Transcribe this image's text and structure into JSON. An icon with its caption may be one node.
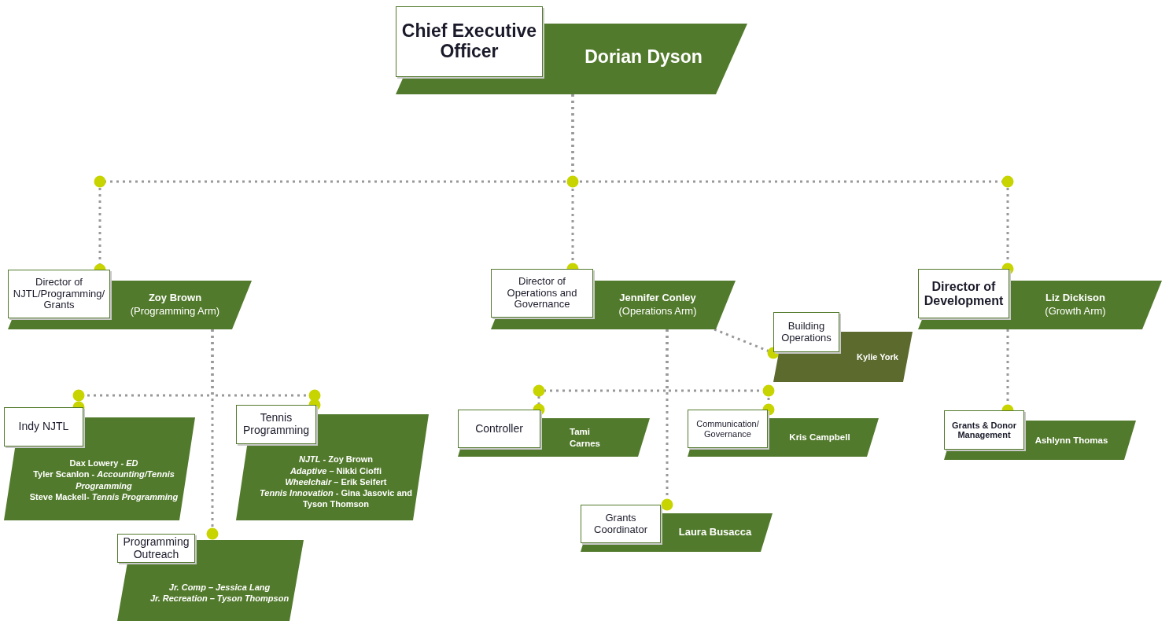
{
  "diagram": {
    "nodes": [
      {
        "text": [
          "Chief Executive Officer",
          "Dorian Dyson"
        ]
      },
      {
        "text": [
          "Director of NJTL/Programming/Grants",
          "Zoy Brown",
          "(Programming Arm)"
        ]
      },
      {
        "text": [
          "Director of Operations and Governance",
          "Jennifer Conley",
          "(Operations Arm)"
        ]
      },
      {
        "text": [
          "Director of Development",
          "Liz Dickison",
          "(Growth Arm)"
        ]
      },
      {
        "text": [
          "Building Operations",
          "Kylie York"
        ]
      },
      {
        "text": [
          "Indy NJTL",
          "Dax Lowery - *ED*",
          "Tyler Scanlon - *Accounting/Tennis Programming*",
          "Steve Mackell- *Tennis Programming*"
        ]
      },
      {
        "text": [
          "Tennis Programming",
          "*NJTL* - Zoy Brown",
          "*Adaptive* – Nikki Cioffi",
          "*Wheelchair* – Erik Seifert",
          "*Tennis Innovation*  - Gina Jasovic and Tyson Thomson"
        ]
      },
      {
        "text": [
          "Controller",
          "Tami Carnes"
        ]
      },
      {
        "text": [
          "Communication/ Governance",
          "Kris Campbell"
        ]
      },
      {
        "text": [
          "Grants & Donor Management",
          "Ashlynn Thomas"
        ]
      },
      {
        "text": [
          "Programming Outreach",
          "Jr. Comp – Jessica Lang",
          "Jr. Recreation – Tyson Thompson"
        ]
      },
      {
        "text": [
          "Grants Coordinator",
          "Laura Busacca"
        ]
      }
    ],
    "edges": [
      {
        "from": 0,
        "to": 1,
        "arrow": "other",
        "style": "dashed"
      },
      {
        "from": 0,
        "to": 2,
        "arrow": "other",
        "style": "dashed"
      },
      {
        "from": 0,
        "to": 3,
        "arrow": "other",
        "style": "dashed"
      },
      {
        "from": 1,
        "to": 5,
        "arrow": "other",
        "style": "dashed"
      },
      {
        "from": 1,
        "to": 6,
        "arrow": "other",
        "style": "dashed"
      },
      {
        "from": 1,
        "to": 10,
        "arrow": "other",
        "style": "dashed"
      },
      {
        "from": 2,
        "to": 4,
        "arrow": "other",
        "style": "dashed"
      },
      {
        "from": 2,
        "to": 7,
        "arrow": "other",
        "style": "dashed"
      },
      {
        "from": 2,
        "to": 8,
        "arrow": "other",
        "style": "dashed"
      },
      {
        "from": 2,
        "to": 11,
        "arrow": "other",
        "style": "dashed"
      },
      {
        "from": 3,
        "to": 9,
        "arrow": "other",
        "style": "dashed"
      }
    ]
  }
}
